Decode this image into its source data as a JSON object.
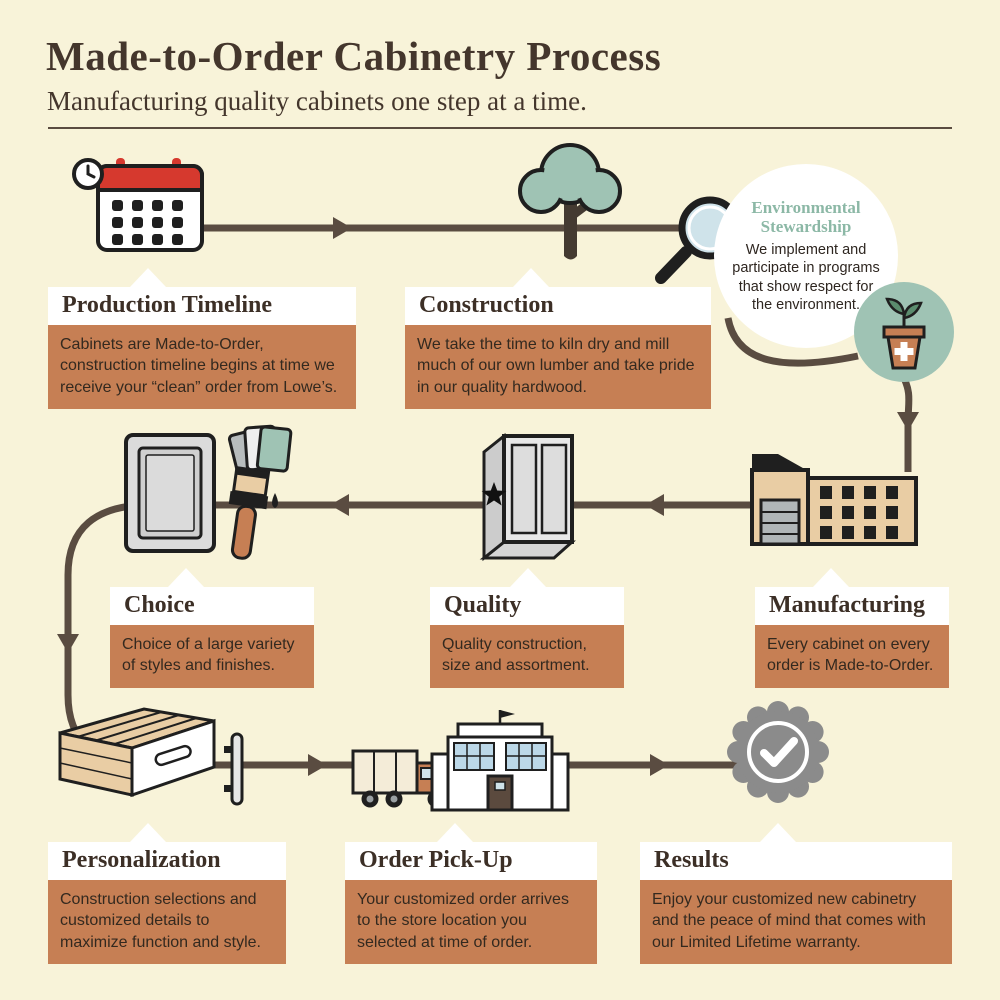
{
  "colors": {
    "background": "#f8f3d9",
    "panel_orange": "#c67f54",
    "teal": "#9fc3b4",
    "line_brown": "#5a4c41",
    "heading_brown": "#3c2f26",
    "calendar_red": "#d6392e",
    "bubble_heading_teal": "#8cb8a6"
  },
  "header": {
    "title": "Made-to-Order Cabinetry Process",
    "subtitle": "Manufacturing quality cabinets one step at a time."
  },
  "bubble": {
    "heading": "Environmental Stewardship",
    "body": "We implement and participate in programs that show respect for the environment."
  },
  "steps": {
    "production_timeline": {
      "heading": "Production Timeline",
      "body": "Cabinets are Made-to-Order, construction timeline begins at time we receive your “clean” order from Lowe’s."
    },
    "construction": {
      "heading": "Construction",
      "body": "We take the time to kiln dry and mill much of our own lumber and take pride in our quality hardwood."
    },
    "manufacturing": {
      "heading": "Manufacturing",
      "body": "Every cabinet on every order is Made-to-Order."
    },
    "quality": {
      "heading": "Quality",
      "body": "Quality construction, size and assortment."
    },
    "choice": {
      "heading": "Choice",
      "body": "Choice of a large variety of styles and finishes."
    },
    "personalization": {
      "heading": "Personalization",
      "body": "Construction selections and customized details to maximize function and style."
    },
    "order_pickup": {
      "heading": "Order Pick-Up",
      "body": "Your customized order arrives to the store location you selected at time of order."
    },
    "results": {
      "heading": "Results",
      "body": "Enjoy your customized new cabinetry and the peace of mind that comes with our Limited Lifetime warranty."
    }
  },
  "icons": [
    "clock-icon",
    "calendar-icon",
    "tree-icon",
    "magnifier-icon",
    "potted-plant-icon",
    "factory-icon",
    "cabinet-star-icon",
    "door-panel-icon",
    "finish-swatches-icon",
    "paintbrush-icon",
    "drawer-icon",
    "door-handle-icon",
    "delivery-truck-icon",
    "store-icon",
    "checkmark-badge-icon"
  ]
}
